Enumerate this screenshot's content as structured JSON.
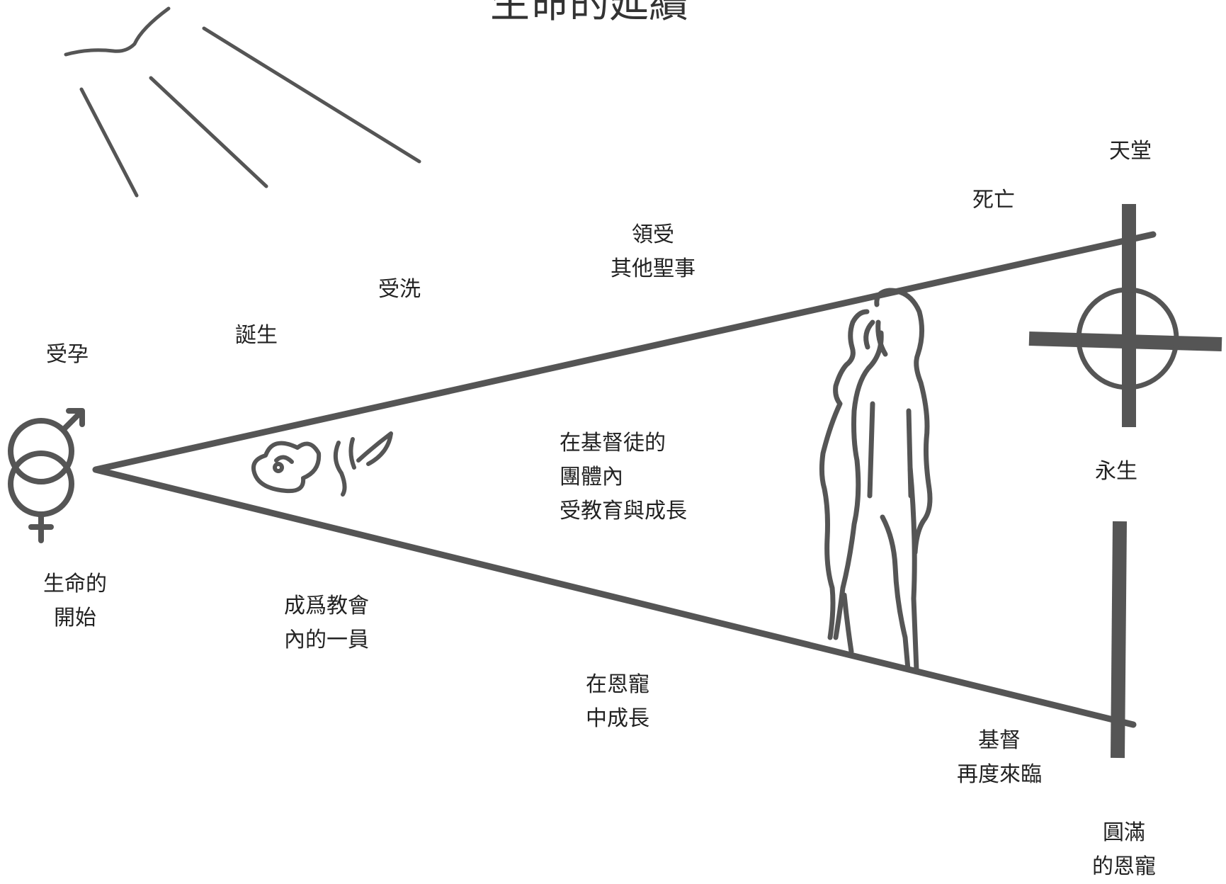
{
  "title": "生命的延續",
  "labels": {
    "conception": "受孕",
    "birth": "誕生",
    "baptism": "受洗",
    "other_sacraments": "領受\n其他聖事",
    "death": "死亡",
    "heaven": "天堂",
    "beginning_of_life": "生命的\n開始",
    "member_of_church": "成爲教會\n內的一員",
    "community_growth": "在基督徒的\n團體內\n受教育與成長",
    "grow_in_grace": "在恩寵\n中成長",
    "second_coming": "基督\n再度來臨",
    "eternal_life": "永生",
    "fullness_of_grace": "圓滿\n的恩寵"
  },
  "footer_text": "",
  "colors": {
    "stroke": "#555555",
    "text": "#222222"
  }
}
